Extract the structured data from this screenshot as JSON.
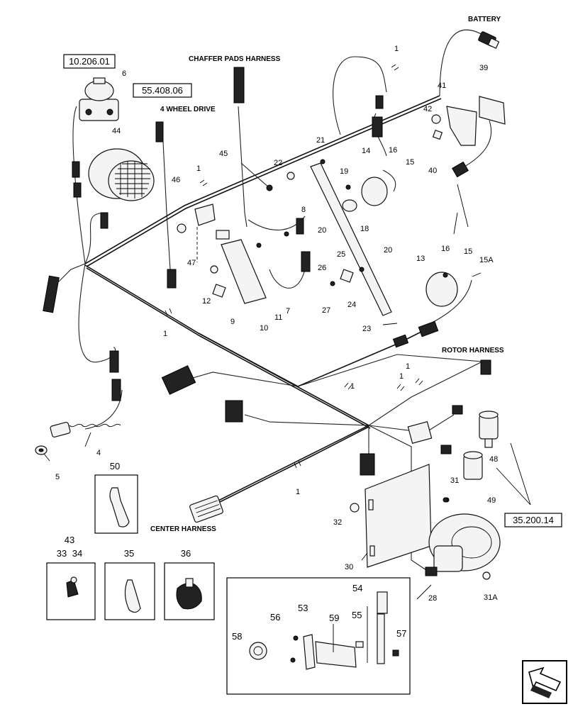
{
  "headings": {
    "battery": "BATTERY",
    "chaffer_pads_harness": "CHAFFER PADS HARNESS",
    "four_wheel_drive": "4 WHEEL DRIVE",
    "rotor_harness": "ROTOR HARNESS",
    "center_harness": "CENTER HARNESS"
  },
  "references": {
    "ref_10_206_01": "10.206.01",
    "ref_55_408_06": "55.408.06",
    "ref_35_200_14": "35.200.14"
  },
  "labels": {
    "p1a": "1",
    "p1b": "1",
    "p1c": "1",
    "p1d": "1",
    "p1e": "1",
    "p1f": "1",
    "p1g": "1",
    "p4": "4",
    "p5": "5",
    "p6": "6",
    "p7": "7",
    "p8": "8",
    "p9": "9",
    "p10": "10",
    "p11": "11",
    "p12": "12",
    "p13": "13",
    "p14": "14",
    "p15a": "15",
    "p15b": "15",
    "p15A": "15A",
    "p16a": "16",
    "p16b": "16",
    "p18": "18",
    "p19": "19",
    "p20a": "20",
    "p20b": "20",
    "p21": "21",
    "p22": "22",
    "p23": "23",
    "p24": "24",
    "p25": "25",
    "p26": "26",
    "p27": "27",
    "p28": "28",
    "p30": "30",
    "p31": "31",
    "p31A": "31A",
    "p32": "32",
    "p39": "39",
    "p40": "40",
    "p41": "41",
    "p42": "42",
    "p44": "44",
    "p45": "45",
    "p46": "46",
    "p47": "47",
    "p48": "48",
    "p49": "49"
  },
  "insets": {
    "n50": "50",
    "n43": "43",
    "n33": "33",
    "n34": "34",
    "n35": "35",
    "n36": "36",
    "n53": "53",
    "n54": "54",
    "n55": "55",
    "n56": "56",
    "n57": "57",
    "n58": "58",
    "n59": "59"
  },
  "icons": {
    "nav": "next-page-arrow-icon"
  }
}
